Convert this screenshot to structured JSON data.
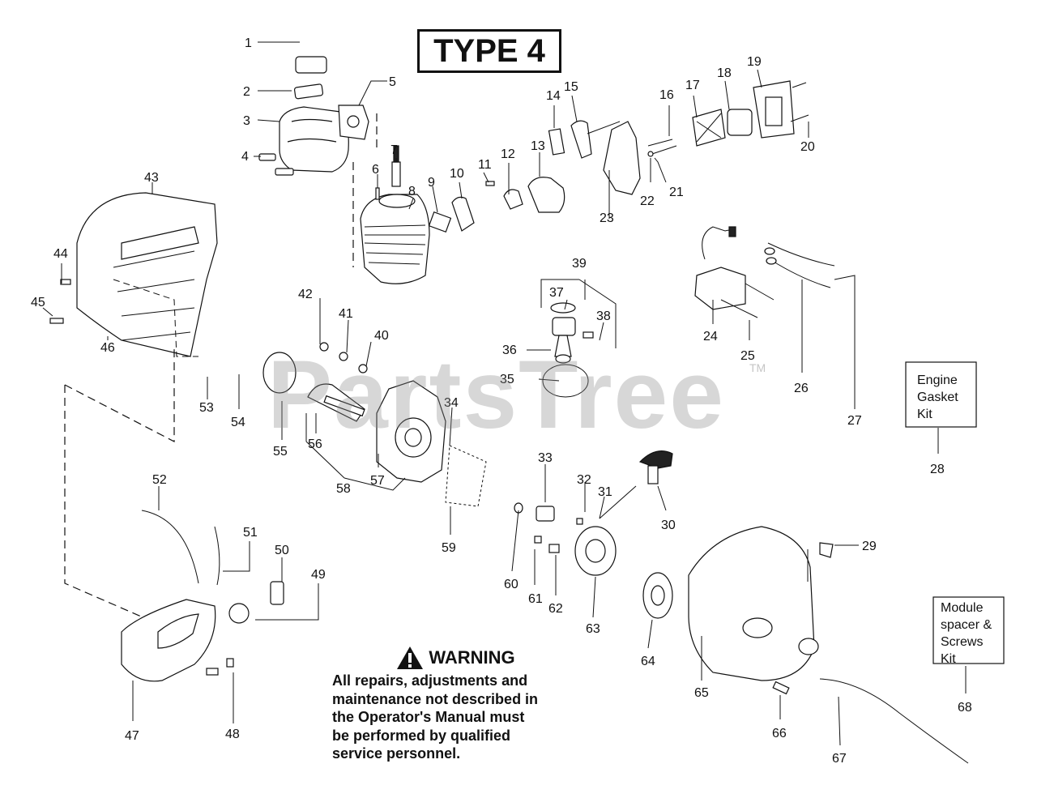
{
  "title": "TYPE 4",
  "watermark": "PartsTree",
  "watermark_mark": "TM",
  "warning": {
    "heading": "WARNING",
    "lines": [
      "All repairs, adjustments and",
      "maintenance not described in",
      "the Operator's Manual must",
      "be performed by qualified",
      "service personnel."
    ]
  },
  "kits": [
    {
      "label_lines": [
        "Engine",
        "Gasket",
        "Kit"
      ],
      "callout": "28"
    },
    {
      "label_lines": [
        "Module",
        "spacer &",
        "Screws",
        "Kit"
      ],
      "callout": "68"
    }
  ],
  "callouts": [
    "1",
    "2",
    "3",
    "4",
    "5",
    "6",
    "7",
    "8",
    "9",
    "10",
    "11",
    "12",
    "13",
    "14",
    "15",
    "16",
    "17",
    "18",
    "19",
    "20",
    "21",
    "22",
    "23",
    "24",
    "25",
    "26",
    "27",
    "29",
    "30",
    "31",
    "32",
    "33",
    "34",
    "35",
    "36",
    "37",
    "38",
    "39",
    "40",
    "41",
    "42",
    "43",
    "44",
    "45",
    "46",
    "47",
    "48",
    "49",
    "50",
    "51",
    "52",
    "53",
    "54",
    "55",
    "56",
    "57",
    "58",
    "59",
    "60",
    "61",
    "62",
    "63",
    "64",
    "65",
    "66",
    "67"
  ]
}
